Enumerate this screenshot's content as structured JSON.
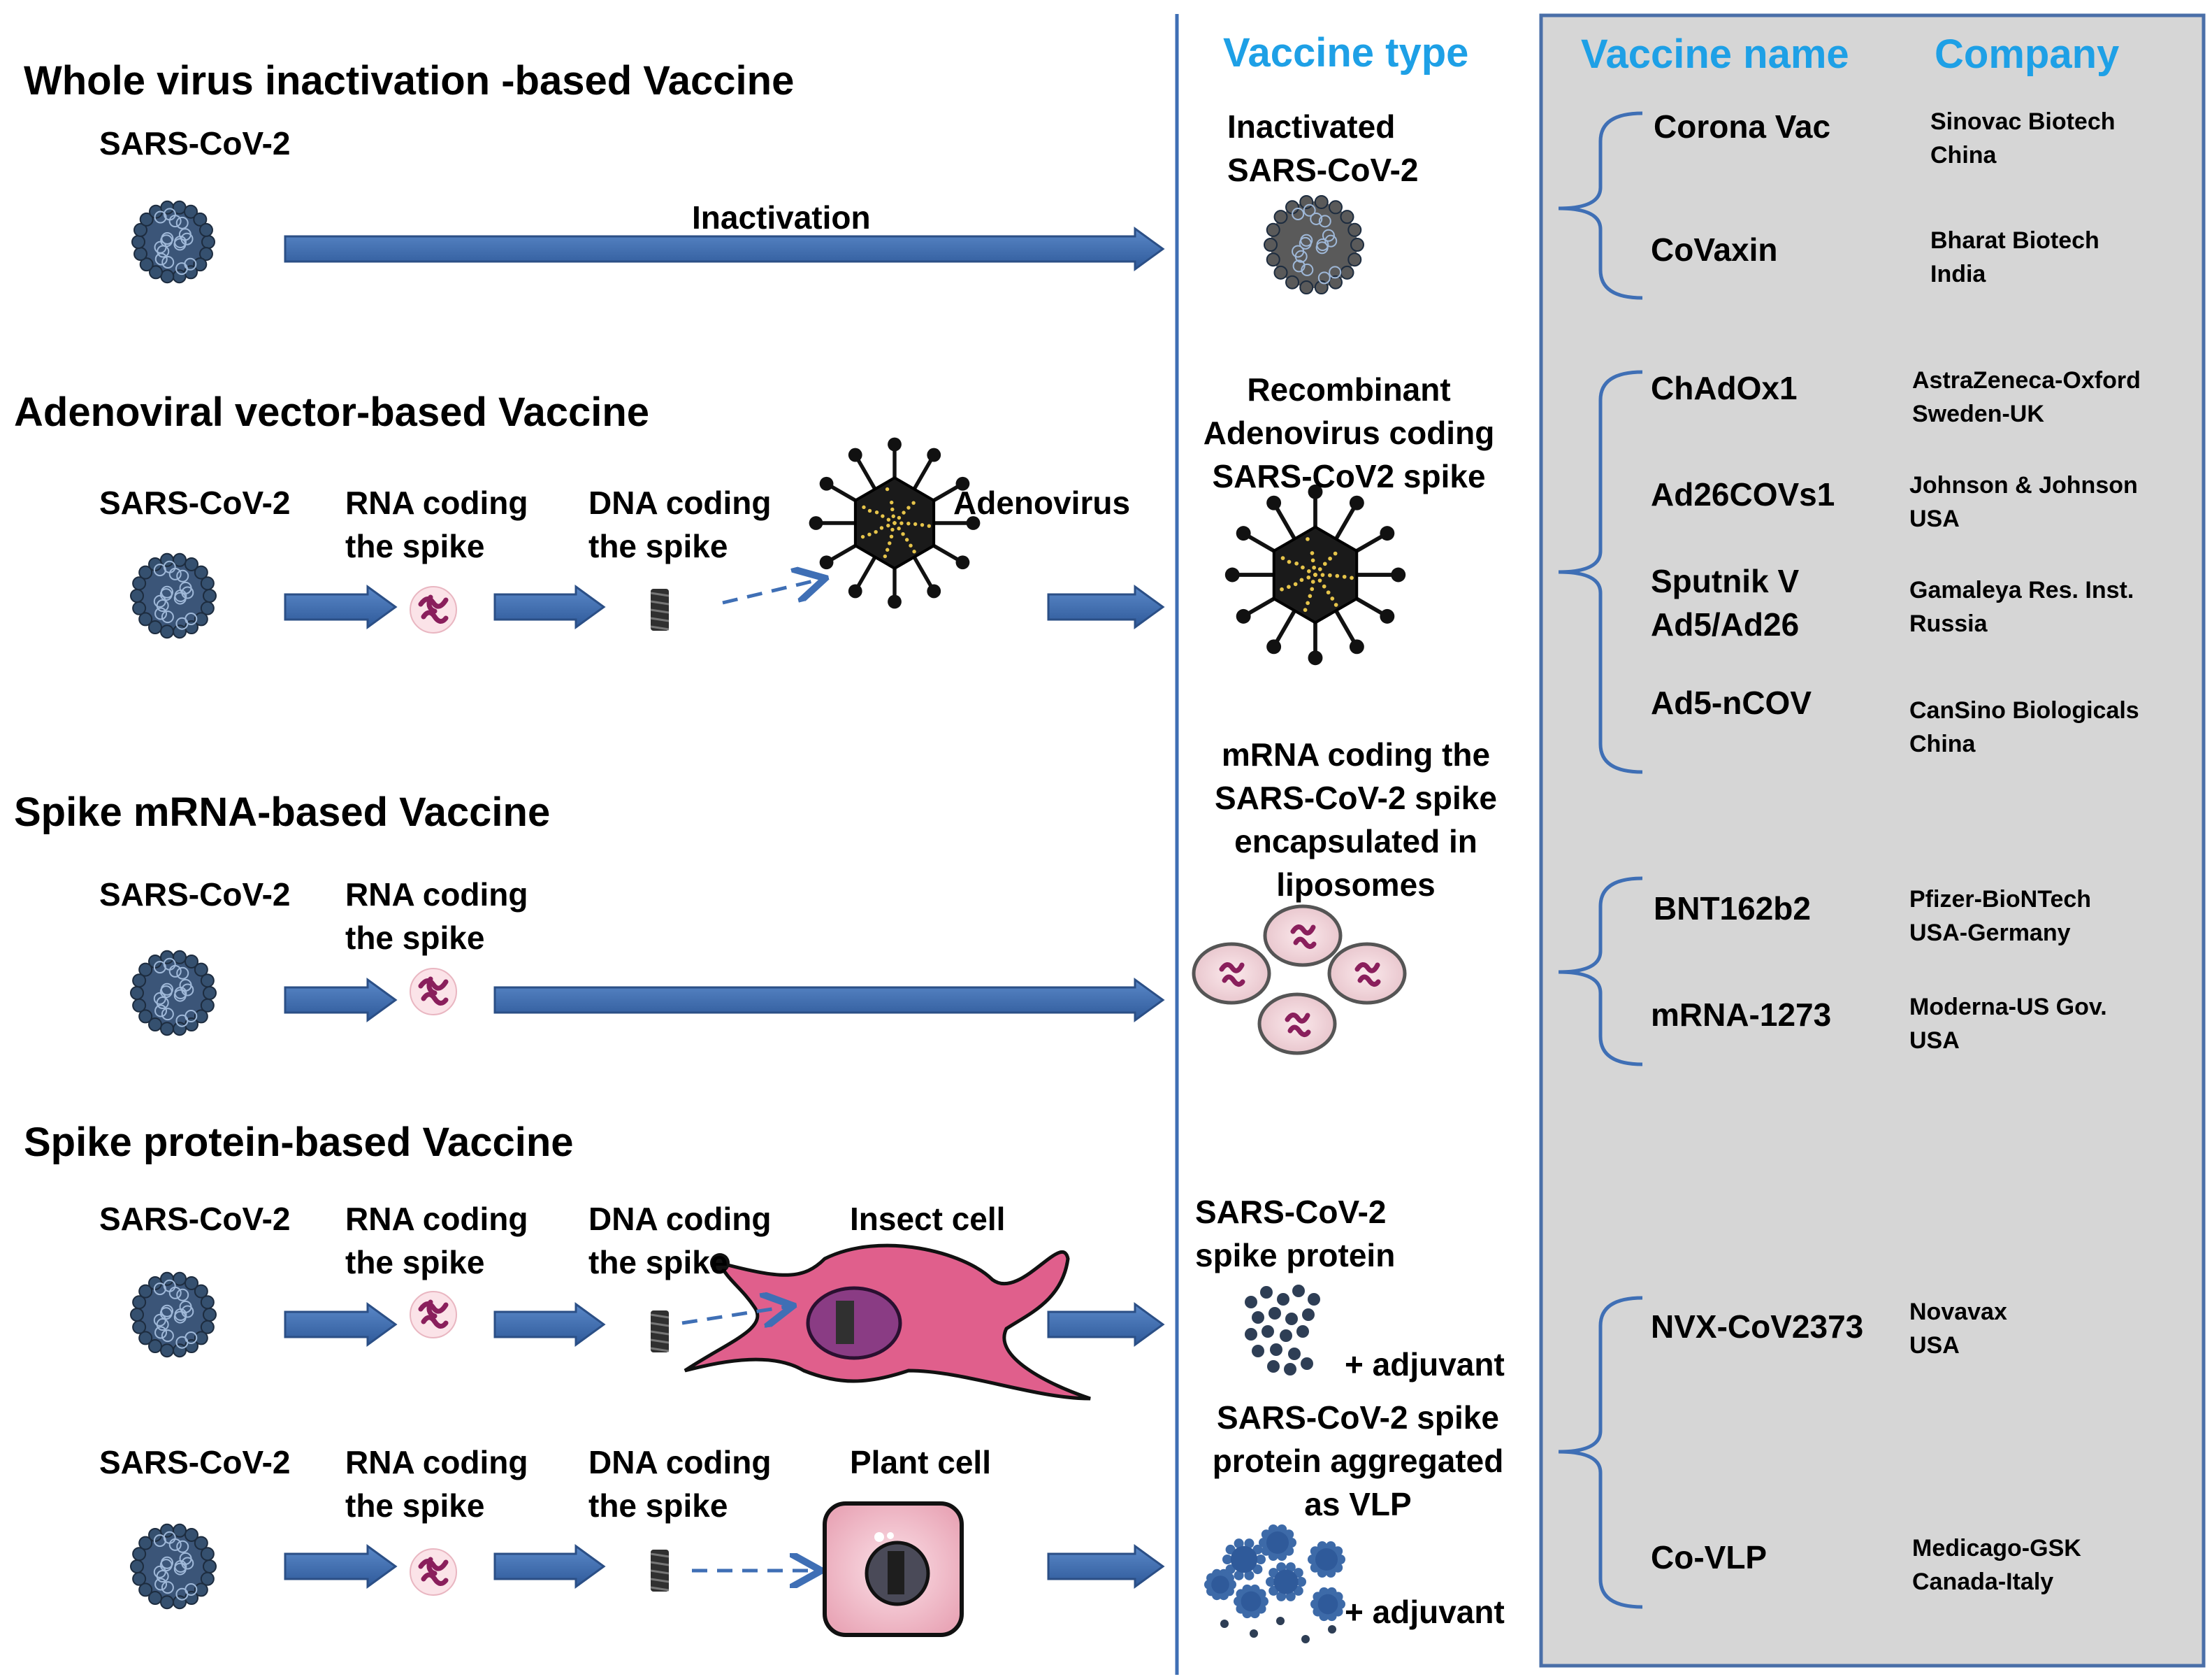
{
  "sections": [
    {
      "title": "Whole virus inactivation  -based Vaccine",
      "virus": "SARS-CoV-2",
      "arrow_label": "Inactivation"
    },
    {
      "title": "Adenoviral vector-based  Vaccine",
      "virus": "SARS-CoV-2",
      "rna": [
        "RNA coding",
        "the spike"
      ],
      "dna": [
        "DNA coding",
        "the spike"
      ],
      "vector": "Adenovirus"
    },
    {
      "title": "Spike mRNA-based Vaccine",
      "virus": "SARS-CoV-2",
      "rna": [
        "RNA coding",
        "the spike"
      ]
    },
    {
      "title": "Spike protein-based  Vaccine",
      "virus": "SARS-CoV-2",
      "rna": [
        "RNA coding",
        "the spike"
      ],
      "dna": [
        "DNA coding",
        "the spike"
      ],
      "host": "Insect cell"
    },
    {
      "virus": "SARS-CoV-2",
      "rna": [
        "RNA coding",
        "the spike"
      ],
      "dna": [
        "DNA coding",
        "the spike"
      ],
      "host": "Plant cell"
    }
  ],
  "headers": {
    "vaccine_type": "Vaccine type",
    "vaccine_name": "Vaccine name",
    "company": "Company"
  },
  "vaccine_types": [
    [
      "Inactivated",
      "SARS-CoV-2"
    ],
    [
      "Recombinant",
      "Adenovirus coding",
      "SARS-CoV2 spike"
    ],
    [
      "mRNA coding the",
      "SARS-CoV-2 spike",
      "encapsulated in",
      "liposomes"
    ],
    [
      "SARS-CoV-2",
      "spike protein"
    ],
    [
      "SARS-CoV-2 spike",
      "protein aggregated",
      "as VLP"
    ]
  ],
  "adjuvant": "+ adjuvant",
  "vaccines": [
    {
      "name": [
        "Corona Vac"
      ],
      "company": [
        "Sinovac Biotech",
        "China"
      ]
    },
    {
      "name": [
        "CoVaxin"
      ],
      "company": [
        "Bharat Biotech",
        "India"
      ]
    },
    {
      "name": [
        "ChAdOx1"
      ],
      "company": [
        "AstraZeneca-Oxford",
        "Sweden-UK"
      ]
    },
    {
      "name": [
        "Ad26COVs1"
      ],
      "company": [
        "Johnson & Johnson",
        "USA"
      ]
    },
    {
      "name": [
        "Sputnik V",
        "Ad5/Ad26"
      ],
      "company": [
        "Gamaleya Res. Inst.",
        "Russia"
      ]
    },
    {
      "name": [
        "Ad5-nCOV"
      ],
      "company": [
        "CanSino Biologicals",
        "China"
      ]
    },
    {
      "name": [
        "BNT162b2"
      ],
      "company": [
        "Pfizer-BioNTech",
        "USA-Germany"
      ]
    },
    {
      "name": [
        "mRNA-1273"
      ],
      "company": [
        "Moderna-US Gov.",
        "USA"
      ]
    },
    {
      "name": [
        "NVX-CoV2373"
      ],
      "company": [
        "Novavax",
        "USA"
      ]
    },
    {
      "name": [
        "Co-VLP"
      ],
      "company": [
        "Medicago-GSK",
        "Canada-Italy"
      ]
    }
  ],
  "colors": {
    "arrow": "#3f6fb5",
    "arrow_stroke": "#2b4f86",
    "panel": "#d6d6d6",
    "panel_border": "#4a6fa8",
    "header": "#1ea0e6",
    "rna": "#8a1f5c",
    "insect_cell": "#e05f8c",
    "plant_cell": "#f2b8c6"
  }
}
